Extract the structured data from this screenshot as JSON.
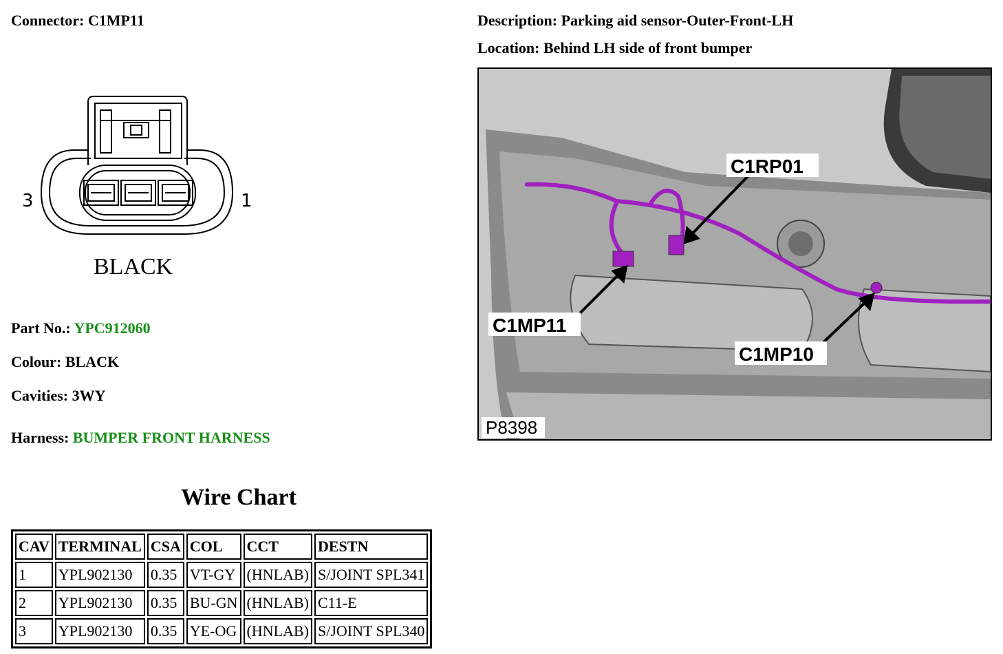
{
  "connector": {
    "label": "Connector:",
    "value": "C1MP11"
  },
  "description": {
    "label": "Description:",
    "value": "Parking aid sensor-Outer-Front-LH"
  },
  "location": {
    "label": "Location:",
    "value": "Behind LH side of front bumper"
  },
  "diagram": {
    "left_pin": "3",
    "right_pin": "1",
    "colour_label": "BLACK"
  },
  "part_no": {
    "label": "Part No.:",
    "value": "YPC912060"
  },
  "colour": {
    "label": "Colour:",
    "value": "BLACK"
  },
  "cavities": {
    "label": "Cavities:",
    "value": "3WY"
  },
  "harness": {
    "label": "Harness:",
    "value": "BUMPER FRONT HARNESS"
  },
  "photo": {
    "callouts": {
      "c1rp01": "C1RP01",
      "c1mp11": "C1MP11",
      "c1mp10": "C1MP10"
    },
    "ref": "P8398"
  },
  "wire_chart": {
    "title": "Wire Chart",
    "headers": [
      "CAV",
      "TERMINAL",
      "CSA",
      "COL",
      "CCT",
      "DESTN"
    ],
    "rows": [
      [
        "1",
        "YPL902130",
        "0.35",
        "VT-GY",
        "(HNLAB)",
        "S/JOINT SPL341"
      ],
      [
        "2",
        "YPL902130",
        "0.35",
        "BU-GN",
        "(HNLAB)",
        "C11-E"
      ],
      [
        "3",
        "YPL902130",
        "0.35",
        "YE-OG",
        "(HNLAB)",
        "S/JOINT SPL340"
      ]
    ]
  },
  "colors": {
    "link_green": "#1a8f1a",
    "harness_purple": "#a020c0"
  }
}
